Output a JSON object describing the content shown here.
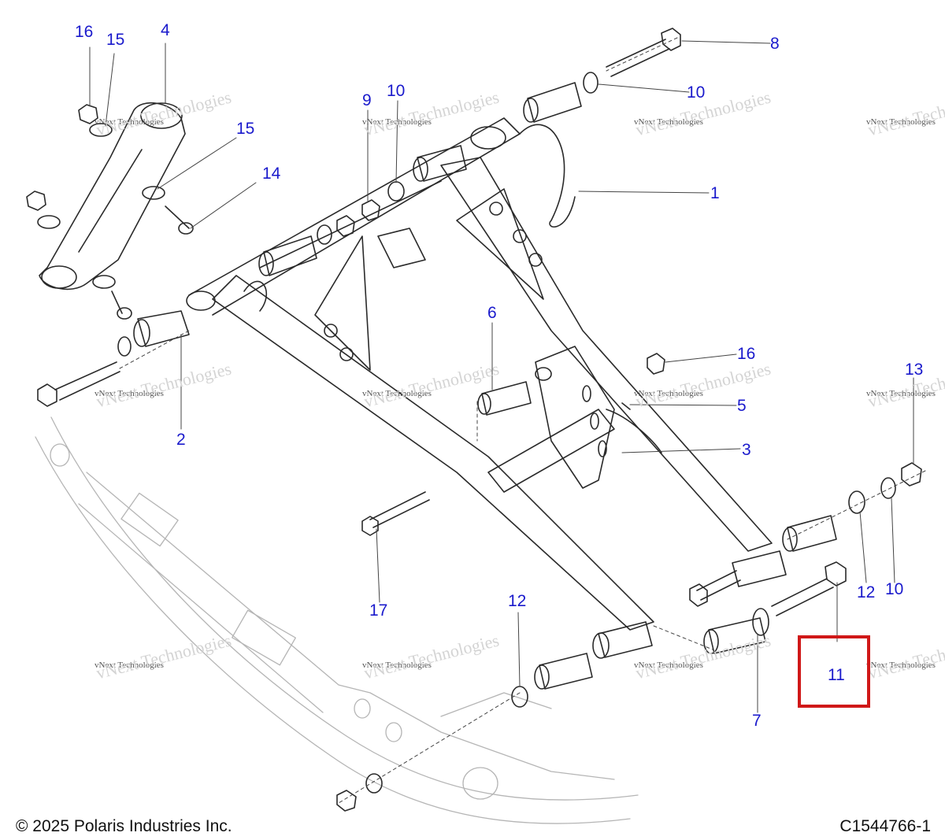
{
  "diagram": {
    "callouts": [
      {
        "id": "c16a",
        "label": "16"
      },
      {
        "id": "c15a",
        "label": "15"
      },
      {
        "id": "c4",
        "label": "4"
      },
      {
        "id": "c15b",
        "label": "15"
      },
      {
        "id": "c14",
        "label": "14"
      },
      {
        "id": "c9",
        "label": "9"
      },
      {
        "id": "c10a",
        "label": "10"
      },
      {
        "id": "c8",
        "label": "8"
      },
      {
        "id": "c10b",
        "label": "10"
      },
      {
        "id": "c1",
        "label": "1"
      },
      {
        "id": "c2",
        "label": "2"
      },
      {
        "id": "c6",
        "label": "6"
      },
      {
        "id": "c16b",
        "label": "16"
      },
      {
        "id": "c5",
        "label": "5"
      },
      {
        "id": "c3",
        "label": "3"
      },
      {
        "id": "c13",
        "label": "13"
      },
      {
        "id": "c12a",
        "label": "12"
      },
      {
        "id": "c10c",
        "label": "10"
      },
      {
        "id": "c17",
        "label": "17"
      },
      {
        "id": "c12b",
        "label": "12"
      },
      {
        "id": "c11",
        "label": "11"
      },
      {
        "id": "c7",
        "label": "7"
      }
    ],
    "highlighted_callout": "11",
    "highlight_color": "#d01818",
    "callout_color": "#1a1acc",
    "watermark": {
      "line1": "vNext Technologies",
      "line2": "vNext Technologies"
    }
  },
  "footer": {
    "copyright": "© 2025 Polaris Industries Inc.",
    "figure_id": "C1544766-1"
  }
}
